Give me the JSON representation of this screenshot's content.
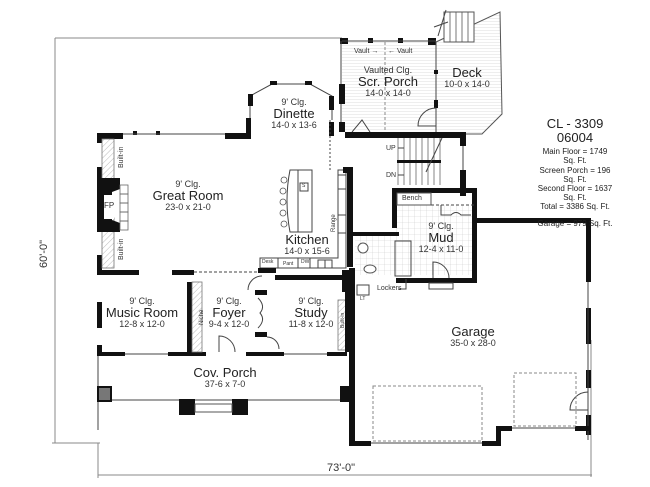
{
  "plan": {
    "code": "CL - 3309",
    "number": "06004",
    "stats": [
      "Main Floor = 1749 Sq. Ft.",
      "Screen Porch = 196 Sq. Ft.",
      "Second Floor = 1637 Sq. Ft.",
      "Total = 3386 Sq. Ft."
    ],
    "garage_stat": "Garage = 979 Sq. Ft."
  },
  "dimensions": {
    "overall_width": "73'-0\"",
    "overall_depth": "60'-0\""
  },
  "rooms": {
    "scr_porch": {
      "ceiling": "Vaulted Clg.",
      "name": "Scr. Porch",
      "size": "14-0 x 14-0",
      "vault_left": "Vault →",
      "vault_right": "← Vault"
    },
    "deck": {
      "name": "Deck",
      "size": "10-0 x 14-0"
    },
    "dinette": {
      "ceiling": "9' Clg.",
      "name": "Dinette",
      "size": "14-0 x 13-6"
    },
    "great_room": {
      "ceiling": "9' Clg.",
      "name": "Great Room",
      "size": "23-0 x 21-0"
    },
    "kitchen": {
      "name": "Kitchen",
      "size": "14-0 x 15-6"
    },
    "mud": {
      "ceiling": "9' Clg.",
      "name": "Mud",
      "size": "12-4 x 11-0"
    },
    "music_room": {
      "ceiling": "9' Clg.",
      "name": "Music Room",
      "size": "12-8 x 12-0"
    },
    "foyer": {
      "ceiling": "9' Clg.",
      "name": "Foyer",
      "size": "9-4 x 12-0"
    },
    "study": {
      "ceiling": "9' Clg.",
      "name": "Study",
      "size": "11-8 x 12-0"
    },
    "cov_porch": {
      "name": "Cov. Porch",
      "size": "37-6 x 7-0"
    },
    "garage": {
      "name": "Garage",
      "size": "35-0 x 28-0"
    }
  },
  "annotations": {
    "fireplace": "FP",
    "built_in": "Built-in",
    "sink": "S",
    "range": "Range",
    "desk": "Desk",
    "pant": "Pant",
    "dw": "DW",
    "niche": "Niche",
    "bench": "Bench",
    "lockers": "Lockers",
    "laundry_tub": "LT",
    "stair_up": "UP",
    "stair_down": "DN"
  }
}
